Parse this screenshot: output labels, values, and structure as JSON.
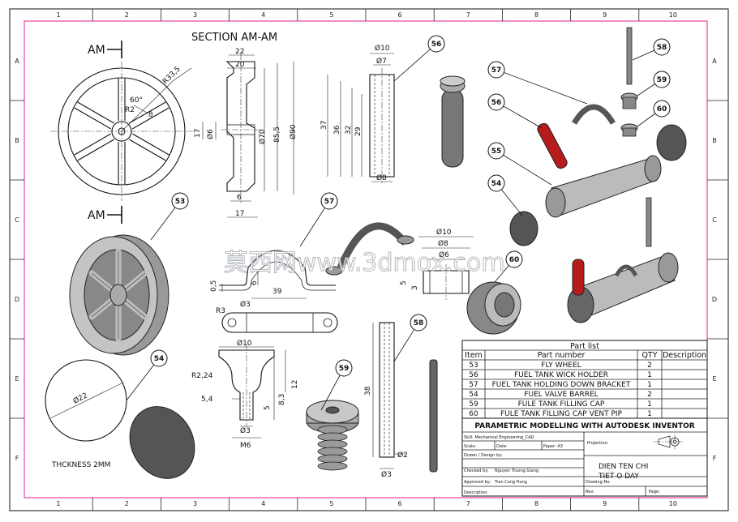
{
  "sheet": {
    "col_labels": [
      "1",
      "2",
      "3",
      "4",
      "5",
      "6",
      "7",
      "8",
      "9",
      "10"
    ],
    "row_labels": [
      "A",
      "B",
      "C",
      "D",
      "E",
      "F"
    ]
  },
  "views": {
    "am_label_top": "AM",
    "am_label_mid": "AM",
    "section_title": "SECTION AM-AM",
    "thickness_note": "THCKNESS 2MM"
  },
  "dims": {
    "wheel_r": "R33,5",
    "wheel_angle": "60°",
    "wheel_r2": "R2",
    "wheel_8": "8",
    "sec_22": "22",
    "sec_20": "20",
    "sec_17": "17",
    "sec_d6": "Ø6",
    "sec_d70": "Ø70",
    "sec_85": "85,5",
    "sec_d90": "Ø90",
    "sec_6": "6",
    "sec_17b": "17",
    "bar_d10": "Ø10",
    "bar_d7": "Ø7",
    "bar_37": "37",
    "bar_36": "36",
    "bar_32": "32",
    "bar_29": "29",
    "bar_d8": "Ø8",
    "br_05": "0,5",
    "br_6": "6",
    "br_39": "39",
    "br_r3": "R3",
    "br_d3": "Ø3",
    "cap_d10": "Ø10",
    "cap_d8": "Ø8",
    "cap_d6": "Ø6",
    "cap_5": "5",
    "cap_3": "3",
    "fc_d10": "Ø10",
    "fc_r224": "R2,24",
    "fc_12": "12",
    "fc_54": "5,4",
    "fc_83": "8,3",
    "fc_5": "5",
    "fc_d3": "Ø3",
    "fc_m6": "M6",
    "pin_38": "38",
    "pin_d2": "Ø2",
    "pin_d3": "Ø3",
    "disc_d22": "Ø22"
  },
  "callouts": {
    "c53": "53",
    "c54a": "54",
    "c54b": "54",
    "c55": "55",
    "c56a": "56",
    "c56b": "56",
    "c57a": "57",
    "c57b": "57",
    "c58a": "58",
    "c58b": "58",
    "c59a": "59",
    "c59b": "59",
    "c60a": "60",
    "c60b": "60"
  },
  "watermark": "莫西网www.3dmox.com",
  "parts_list": {
    "title": "Part list",
    "headers": [
      "Item",
      "Part number",
      "QTY",
      "Description"
    ],
    "rows": [
      [
        "53",
        "FLY WHEEL",
        "2",
        ""
      ],
      [
        "56",
        "FUEL TANK WICK HOLDER",
        "1",
        ""
      ],
      [
        "57",
        "FUEL TANK HOLDING DOWN BRACKET",
        "1",
        ""
      ],
      [
        "54",
        "FUEL VALVE BARREL",
        "2",
        ""
      ],
      [
        "59",
        "FULE TANK FILLING CAP",
        "1",
        ""
      ],
      [
        "60",
        "FULE TANK FILLING CAP VENT PIP",
        "1",
        ""
      ]
    ]
  },
  "title_block": {
    "project_title": "PARAMETRIC MODELLING WITH AUTODESK INVENTOR",
    "skill": "Skill:  Mechanical Engineering_CAD",
    "scale": "Scale:",
    "date": "Date:",
    "paper": "Paper: A3",
    "projection": "Projection:",
    "drawn": "Drawn / Design by:",
    "checked_label": "Checked by:",
    "checked_name": "Nguyen Truong Giang",
    "approved_label": "Approved by:",
    "approved_name": "Tran Cong Hung",
    "name_line1": "DIEN TEN CHI",
    "name_line2": "TIET O DAY",
    "drawing_no": "Drawing No:",
    "description": "Description:",
    "rev": "Rev:",
    "page": "Page:"
  }
}
